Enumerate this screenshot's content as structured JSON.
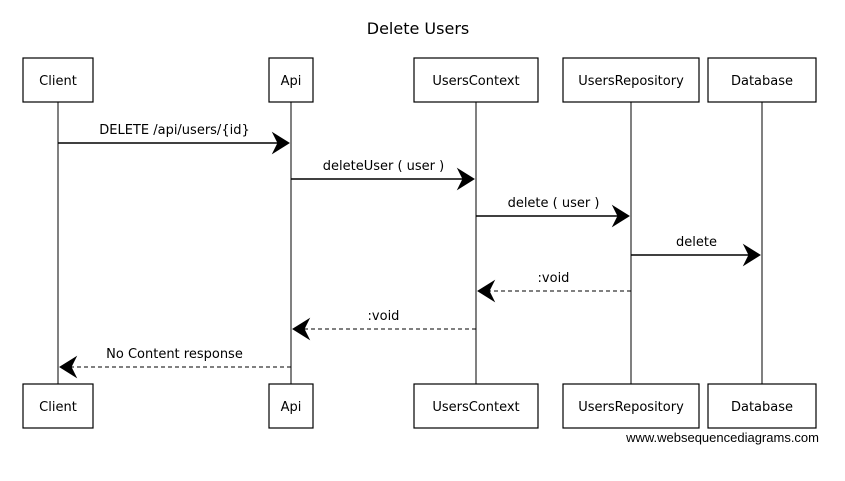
{
  "diagram": {
    "title": "Delete Users",
    "participants": [
      {
        "id": "client",
        "label": "Client"
      },
      {
        "id": "api",
        "label": "Api"
      },
      {
        "id": "usersContext",
        "label": "UsersContext"
      },
      {
        "id": "usersRepository",
        "label": "UsersRepository"
      },
      {
        "id": "database",
        "label": "Database"
      }
    ],
    "messages": [
      {
        "from": "client",
        "to": "api",
        "label": "DELETE /api/users/{id}",
        "kind": "call"
      },
      {
        "from": "api",
        "to": "usersContext",
        "label": "deleteUser ( user )",
        "kind": "call"
      },
      {
        "from": "usersContext",
        "to": "usersRepository",
        "label": "delete ( user )",
        "kind": "call"
      },
      {
        "from": "usersRepository",
        "to": "database",
        "label": "delete",
        "kind": "call"
      },
      {
        "from": "usersRepository",
        "to": "usersContext",
        "label": ":void",
        "kind": "return"
      },
      {
        "from": "usersContext",
        "to": "api",
        "label": ":void",
        "kind": "return"
      },
      {
        "from": "api",
        "to": "client",
        "label": "No Content response",
        "kind": "return"
      }
    ],
    "footer": "www.websequencediagrams.com"
  }
}
